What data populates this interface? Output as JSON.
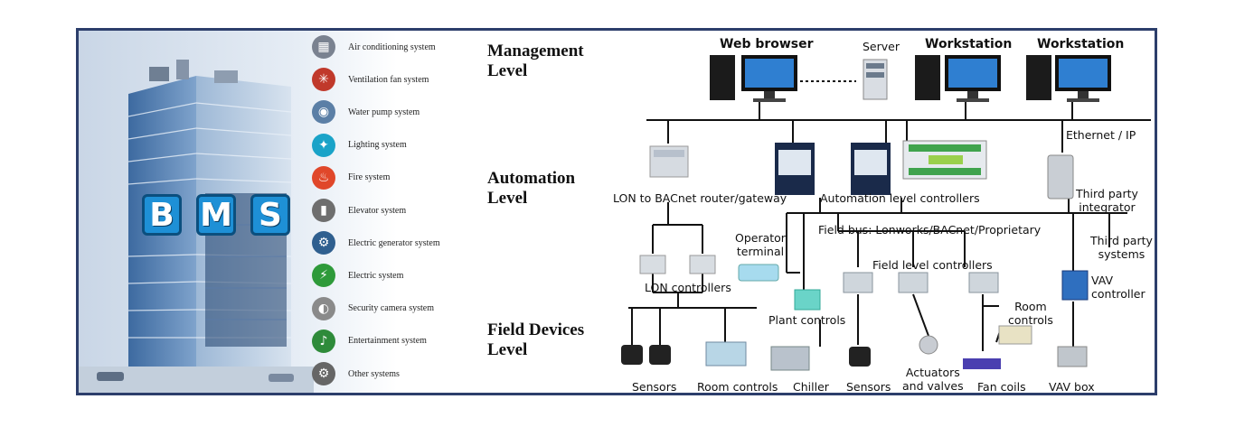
{
  "bms": {
    "letters": [
      "B",
      "M",
      "S"
    ]
  },
  "systems": [
    {
      "label": "Air conditioning system",
      "icon": "air-conditioner-icon",
      "color": "#7a8290"
    },
    {
      "label": "Ventilation fan system",
      "icon": "fan-icon",
      "color": "#c0392b"
    },
    {
      "label": "Water pump system",
      "icon": "water-pump-icon",
      "color": "#5b7fa6"
    },
    {
      "label": "Lighting system",
      "icon": "light-bulb-icon",
      "color": "#1aa3c8"
    },
    {
      "label": "Fire system",
      "icon": "fire-icon",
      "color": "#e0472a"
    },
    {
      "label": "Elevator system",
      "icon": "elevator-icon",
      "color": "#6e6e6e"
    },
    {
      "label": "Electric generator system",
      "icon": "generator-icon",
      "color": "#2f5f8f"
    },
    {
      "label": "Electric system",
      "icon": "plug-icon",
      "color": "#2e9a3a"
    },
    {
      "label": "Security camera system",
      "icon": "security-camera-icon",
      "color": "#8a8a8a"
    },
    {
      "label": "Entertainment system",
      "icon": "speaker-icon",
      "color": "#2e8b3a"
    },
    {
      "label": "Other systems",
      "icon": "gear-icon",
      "color": "#666666"
    }
  ],
  "levels": {
    "management": [
      "Management",
      "Level"
    ],
    "automation": [
      "Automation",
      "Level"
    ],
    "field": [
      "Field Devices",
      "Level"
    ]
  },
  "management": {
    "web_browser": "Web browser",
    "server": "Server",
    "workstation_1": "Workstation",
    "workstation_2": "Workstation",
    "ethernet": "Ethernet / IP"
  },
  "automation": {
    "router": "LON to BACnet router/gateway",
    "controllers": "Automation level controllers",
    "integrator": [
      "Third party",
      "integrator"
    ],
    "fieldbus": "Field bus: Lonworks/BACnet/Proprietary",
    "third_party_systems": [
      "Third party",
      "systems"
    ]
  },
  "field": {
    "operator_terminal": [
      "Operator",
      "terminal"
    ],
    "lon_controllers": "LON controllers",
    "field_level_controllers": "Field level controllers",
    "plant_controls": "Plant controls",
    "room_controls_right": [
      "Room",
      "controls"
    ],
    "vav_controller": [
      "VAV",
      "controller"
    ],
    "sensors_left": "Sensors",
    "room_controls_left": "Room controls",
    "chiller": "Chiller",
    "sensors_right": "Sensors",
    "actuators": [
      "Actuators",
      "and valves"
    ],
    "fan_coils": "Fan coils",
    "vav_box": "VAV box"
  }
}
